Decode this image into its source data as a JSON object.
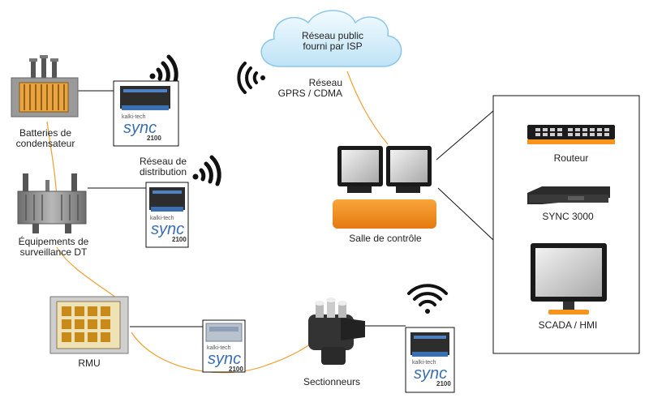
{
  "cloud": {
    "label_line1": "Réseau public",
    "label_line2": "fourni par ISP"
  },
  "gprs": {
    "label_line1": "Réseau",
    "label_line2": "GPRS / CDMA"
  },
  "nodes": {
    "capacitor_line1": "Batteries de",
    "capacitor_line2": "condensateur",
    "dist_net_line1": "Réseau de",
    "dist_net_line2": "distribution",
    "dt_line1": "Équipements de",
    "dt_line2": "surveillance DT",
    "rmu": "RMU",
    "sectionneurs": "Sectionneurs",
    "control_room": "Salle de contrôle"
  },
  "panel": {
    "router": "Routeur",
    "sync3000": "SYNC 3000",
    "scada": "SCADA / HMI"
  },
  "device": {
    "brand": "kalki-tech",
    "word": "sync",
    "model": "2100"
  },
  "colors": {
    "link": "#f0a030",
    "orange": "#f7941d",
    "cloud": "#d8eefa",
    "device_blue": "#3a6fb0"
  }
}
